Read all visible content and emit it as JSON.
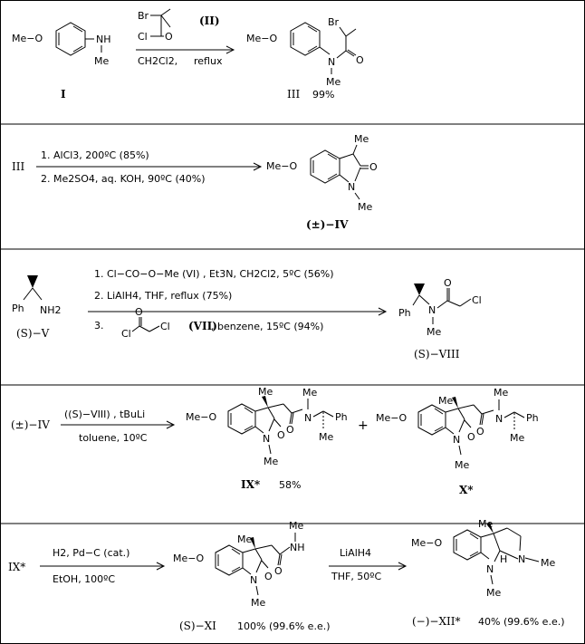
{
  "rows": [
    {
      "start_label": "I",
      "reagent_structure_label": "(II)",
      "conditions": [
        "CH2Cl2,",
        "reflux"
      ],
      "product_label": "III",
      "product_yield": "99%"
    },
    {
      "start_label": "III",
      "conditions": [
        "1. AlCl3,   200ºC  (85%)",
        "2. Me2SO4,   aq. KOH,  90ºC  (40%)"
      ],
      "product_label": "(±)−IV"
    },
    {
      "start_label": "(S)−V",
      "conditions": [
        "1. Cl−CO−O−Me  (VI) , Et3N, CH2Cl2,  5ºC  (56%)",
        "2. LiAlH4,   THF,   reflux  (75%)",
        "3.",
        "(VII)",
        ", benzene, 15ºC  (94%)"
      ],
      "product_label": "(S)−VIII"
    },
    {
      "start_label": "(±)−IV",
      "conditions": [
        "((S)−VIII) , tBuLi",
        "toluene, 10ºC"
      ],
      "product_labels": [
        "IX*",
        "X*"
      ],
      "product_yield": "58%",
      "plus": "+"
    },
    {
      "start_label": "IX*",
      "conditions_1": [
        "H2,   Pd−C (cat.)",
        "EtOH,   100ºC"
      ],
      "intermediate_label": "(S)−XI",
      "intermediate_yield": "100% (99.6% e.e.)",
      "conditions_2": [
        "LiAlH4",
        "THF,   50ºC"
      ],
      "product_label": "(−)−XII*",
      "product_yield": "40% (99.6% e.e.)"
    }
  ],
  "atoms": {
    "me": "Me",
    "meo": "Me−O",
    "nh": "NH",
    "h": "H",
    "n": "N",
    "br": "Br",
    "cl": "Cl",
    "o": "O",
    "ph": "Ph",
    "nh2": "NH2"
  }
}
